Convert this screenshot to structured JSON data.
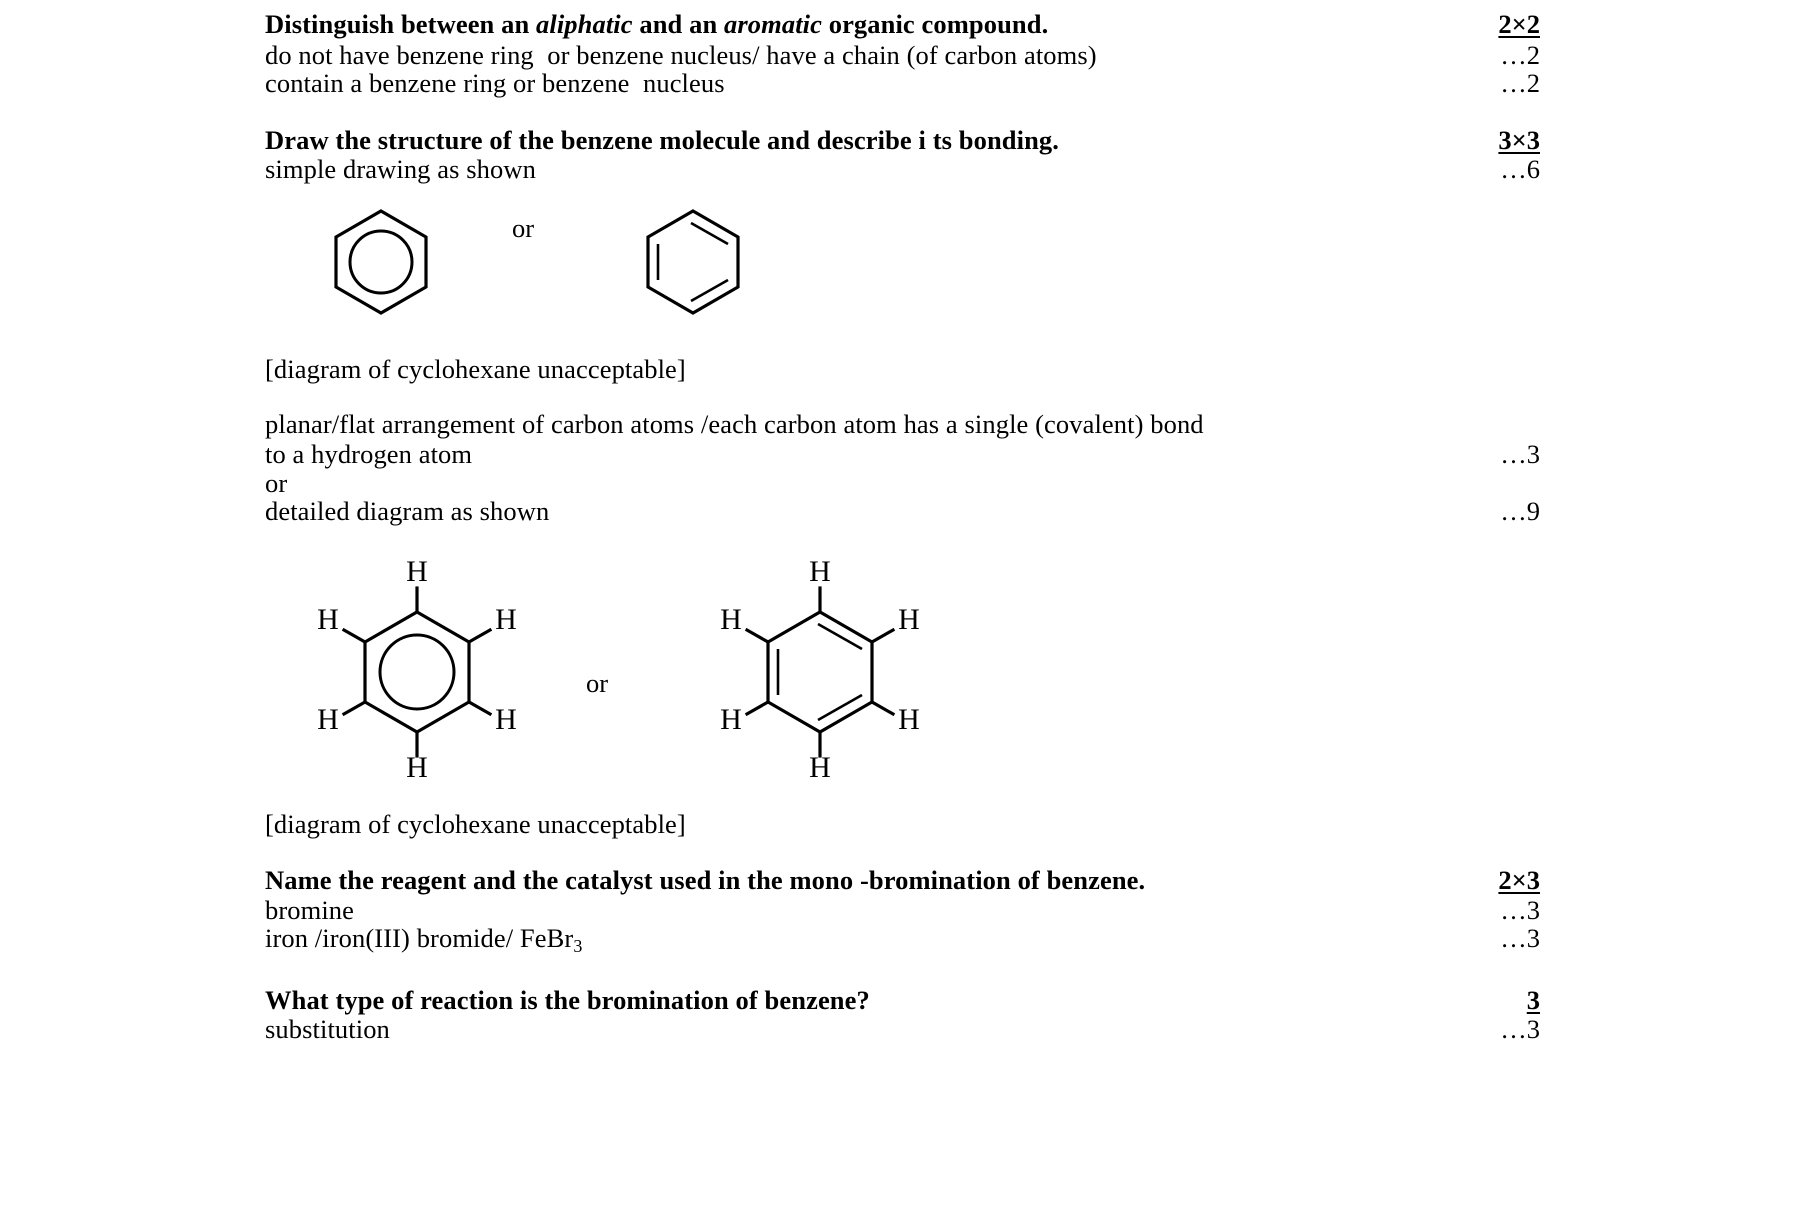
{
  "document": {
    "type": "marking-scheme-answer-key",
    "sections": [
      {
        "id": "q1",
        "question": {
          "pre": "Distinguish between an ",
          "em1": "aliphatic",
          "mid": " and an ",
          "em2": "aromatic",
          "post": " organic compound."
        },
        "total_mark": "2×2",
        "answers": [
          {
            "text": "do not have benzene ring  or benzene nucleus/ have a chain (of carbon atoms)",
            "mark": "…2"
          },
          {
            "text": "contain a benzene ring or benzene  nucleus",
            "mark": "…2"
          }
        ]
      },
      {
        "id": "q2",
        "question": {
          "text": "Draw the structure of the benzene molecule and describe i ts bonding."
        },
        "total_mark": "3×3",
        "answers": [
          {
            "text": "simple drawing as shown",
            "mark": "…6"
          },
          {
            "text": "[diagram of cyclohexane unacceptable]",
            "mark": ""
          },
          {
            "text": "planar/flat arrangement of carbon atoms /each carbon atom has a single (covalent) bond",
            "mark": ""
          },
          {
            "text": "to a hydrogen atom",
            "mark": "…3"
          },
          {
            "text": "or",
            "mark": ""
          },
          {
            "text": "detailed diagram as shown",
            "mark": "…9"
          },
          {
            "text": "[diagram of cyclohexane unacceptable]",
            "mark": ""
          }
        ],
        "diagrams": {
          "simple": {
            "left_label": "delocalised-ring-hexagon",
            "or_text": "or",
            "right_label": "kekule-hexagon"
          },
          "detailed": {
            "left_label": "delocalised-ring-benzene-with-hydrogens",
            "or_text": "or",
            "right_label": "kekule-benzene-with-hydrogens",
            "atom_labels": [
              "H",
              "H",
              "H",
              "H",
              "H",
              "H"
            ]
          }
        }
      },
      {
        "id": "q3",
        "question": {
          "text": "Name the reagent and the catalyst used in the mono -bromination of benzene."
        },
        "total_mark": "2×3",
        "answers": [
          {
            "text": "bromine",
            "mark": "…3"
          },
          {
            "text_pre": "iron /iron(III) bromide/ FeBr",
            "subscript": "3",
            "text_post": "",
            "mark": "…3"
          }
        ]
      },
      {
        "id": "q4",
        "question": {
          "text": "What type of reaction is the bromination of benzene?"
        },
        "total_mark": "3",
        "answers": [
          {
            "text": "substitution",
            "mark": "…3"
          }
        ]
      }
    ]
  },
  "colors": {
    "ink": "#000000",
    "paper": "#ffffff"
  }
}
